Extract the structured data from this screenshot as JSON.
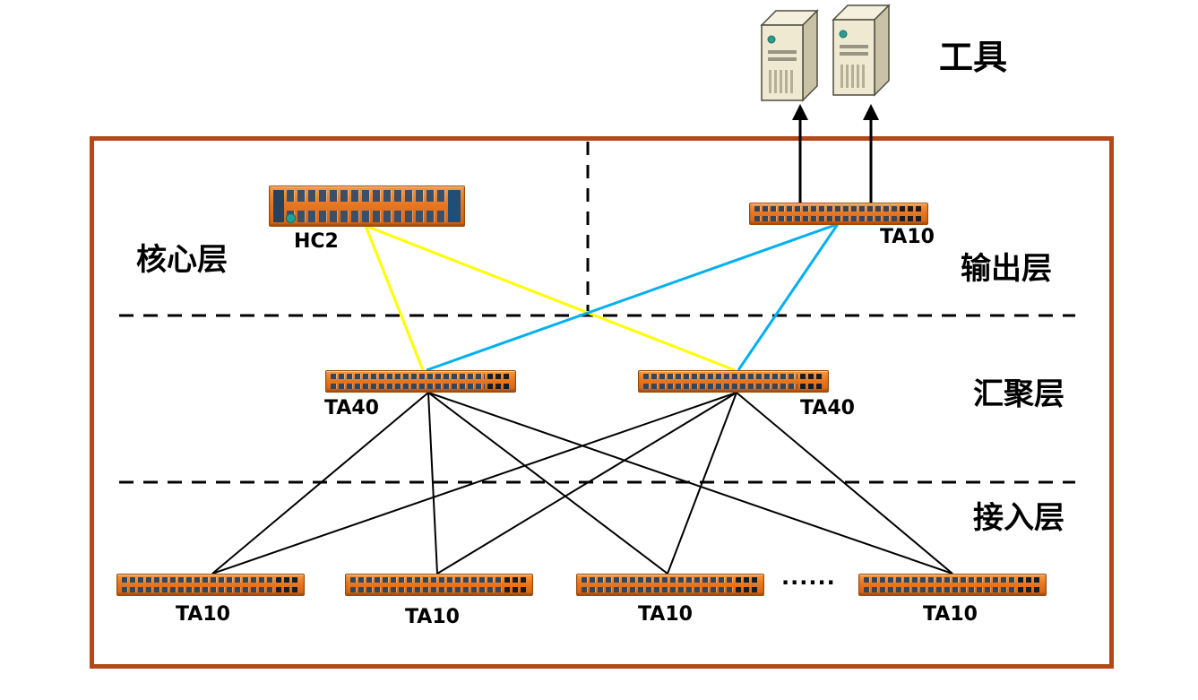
{
  "colors": {
    "border": "#b4481a",
    "switch_orange": "#e87722",
    "link_yellow": "#ffff00",
    "link_cyan": "#00b0f0",
    "link_black": "#000000"
  },
  "labels": {
    "tools": "工具",
    "core_layer": "核心层",
    "output_layer": "输出层",
    "aggregation_layer": "汇聚层",
    "access_layer": "接入层",
    "ellipsis": "......"
  },
  "devices": {
    "core_hc2": {
      "label": "HC2"
    },
    "output_ta10": {
      "label": "TA10"
    },
    "agg_ta40_left": {
      "label": "TA40"
    },
    "agg_ta40_right": {
      "label": "TA40"
    },
    "access_ta10_1": {
      "label": "TA10"
    },
    "access_ta10_2": {
      "label": "TA10"
    },
    "access_ta10_3": {
      "label": "TA10"
    },
    "access_ta10_4": {
      "label": "TA10"
    }
  },
  "connections": [
    {
      "from": "core_hc2",
      "to": "agg_ta40_left",
      "color": "yellow"
    },
    {
      "from": "core_hc2",
      "to": "agg_ta40_right",
      "color": "yellow"
    },
    {
      "from": "output_ta10",
      "to": "agg_ta40_left",
      "color": "cyan"
    },
    {
      "from": "output_ta10",
      "to": "agg_ta40_right",
      "color": "cyan"
    },
    {
      "from": "agg_ta40_left",
      "to": "access_ta10_1",
      "color": "black"
    },
    {
      "from": "agg_ta40_left",
      "to": "access_ta10_2",
      "color": "black"
    },
    {
      "from": "agg_ta40_left",
      "to": "access_ta10_3",
      "color": "black"
    },
    {
      "from": "agg_ta40_left",
      "to": "access_ta10_4",
      "color": "black"
    },
    {
      "from": "agg_ta40_right",
      "to": "access_ta10_1",
      "color": "black"
    },
    {
      "from": "agg_ta40_right",
      "to": "access_ta10_2",
      "color": "black"
    },
    {
      "from": "agg_ta40_right",
      "to": "access_ta10_3",
      "color": "black"
    },
    {
      "from": "agg_ta40_right",
      "to": "access_ta10_4",
      "color": "black"
    },
    {
      "from": "output_ta10",
      "to": "tool_server_1",
      "color": "black",
      "style": "arrow-up"
    },
    {
      "from": "output_ta10",
      "to": "tool_server_2",
      "color": "black",
      "style": "arrow-up"
    }
  ]
}
